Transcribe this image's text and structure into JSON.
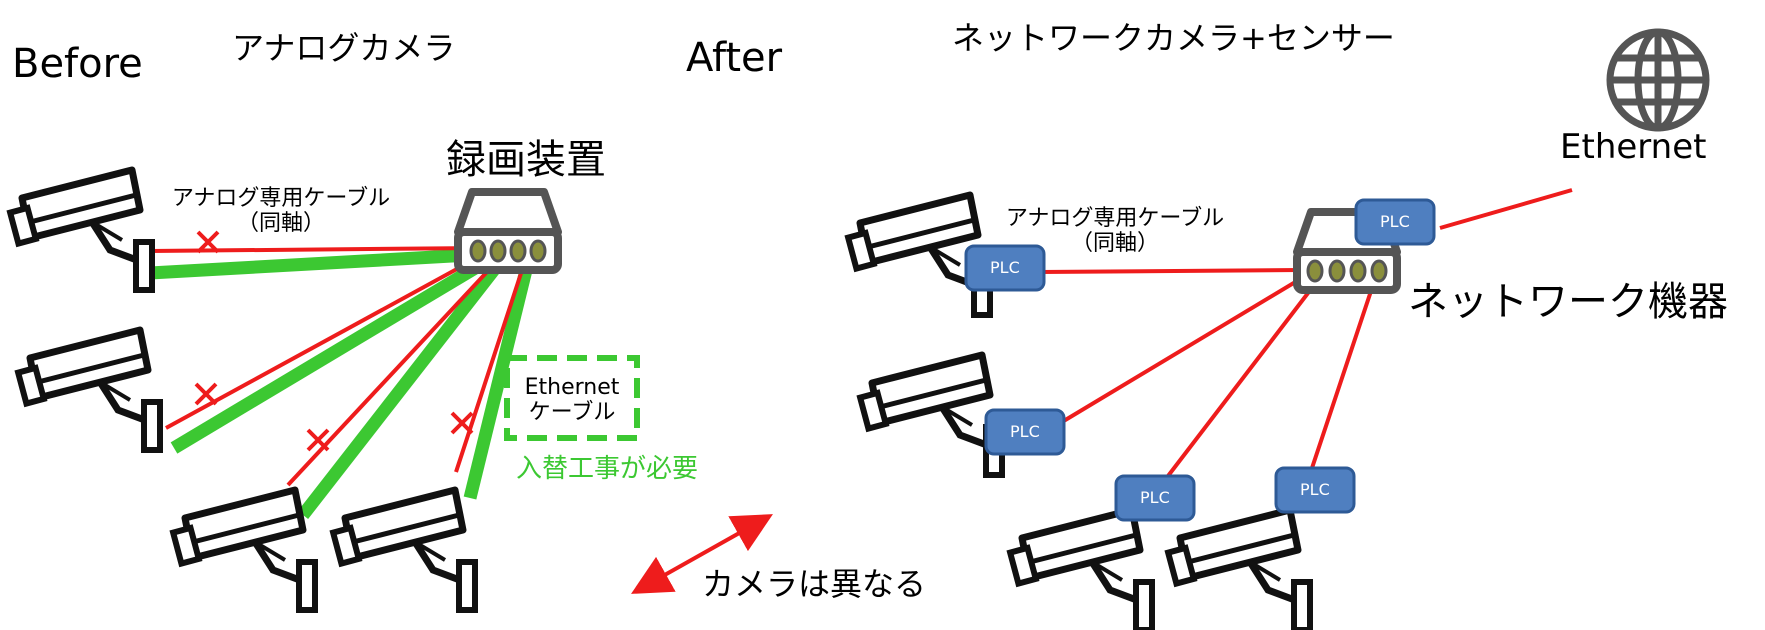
{
  "before": {
    "title": "Before",
    "camera_type": "アナログカメラ",
    "recorder_label": "録画装置",
    "cable_label_line1": "アナログ専用ケーブル",
    "cable_label_line2": "（同軸）",
    "ethernet_box_line1": "Ethernet",
    "ethernet_box_line2": "ケーブル",
    "replacement_note": "入替工事が必要"
  },
  "after": {
    "title": "After",
    "camera_type": "ネットワークカメラ+センサー",
    "internet_label": "Ethernet",
    "cable_label_line1": "アナログ専用ケーブル",
    "cable_label_line2": "（同軸）",
    "network_device_label": "ネットワーク機器",
    "plc_label": "PLC"
  },
  "arrow_note": "カメラは異なる",
  "colors": {
    "red_line": "#ee1c1c",
    "green_line": "#3cc832",
    "plc_fill": "#4f7fc0",
    "plc_stroke": "#2e5a96",
    "device_gray": "#555555",
    "port": "#8a8f3c"
  },
  "icons": [
    "camera-icon",
    "recorder-icon",
    "globe-icon",
    "plc-adapter-icon",
    "network-device-icon",
    "double-arrow-icon"
  ]
}
